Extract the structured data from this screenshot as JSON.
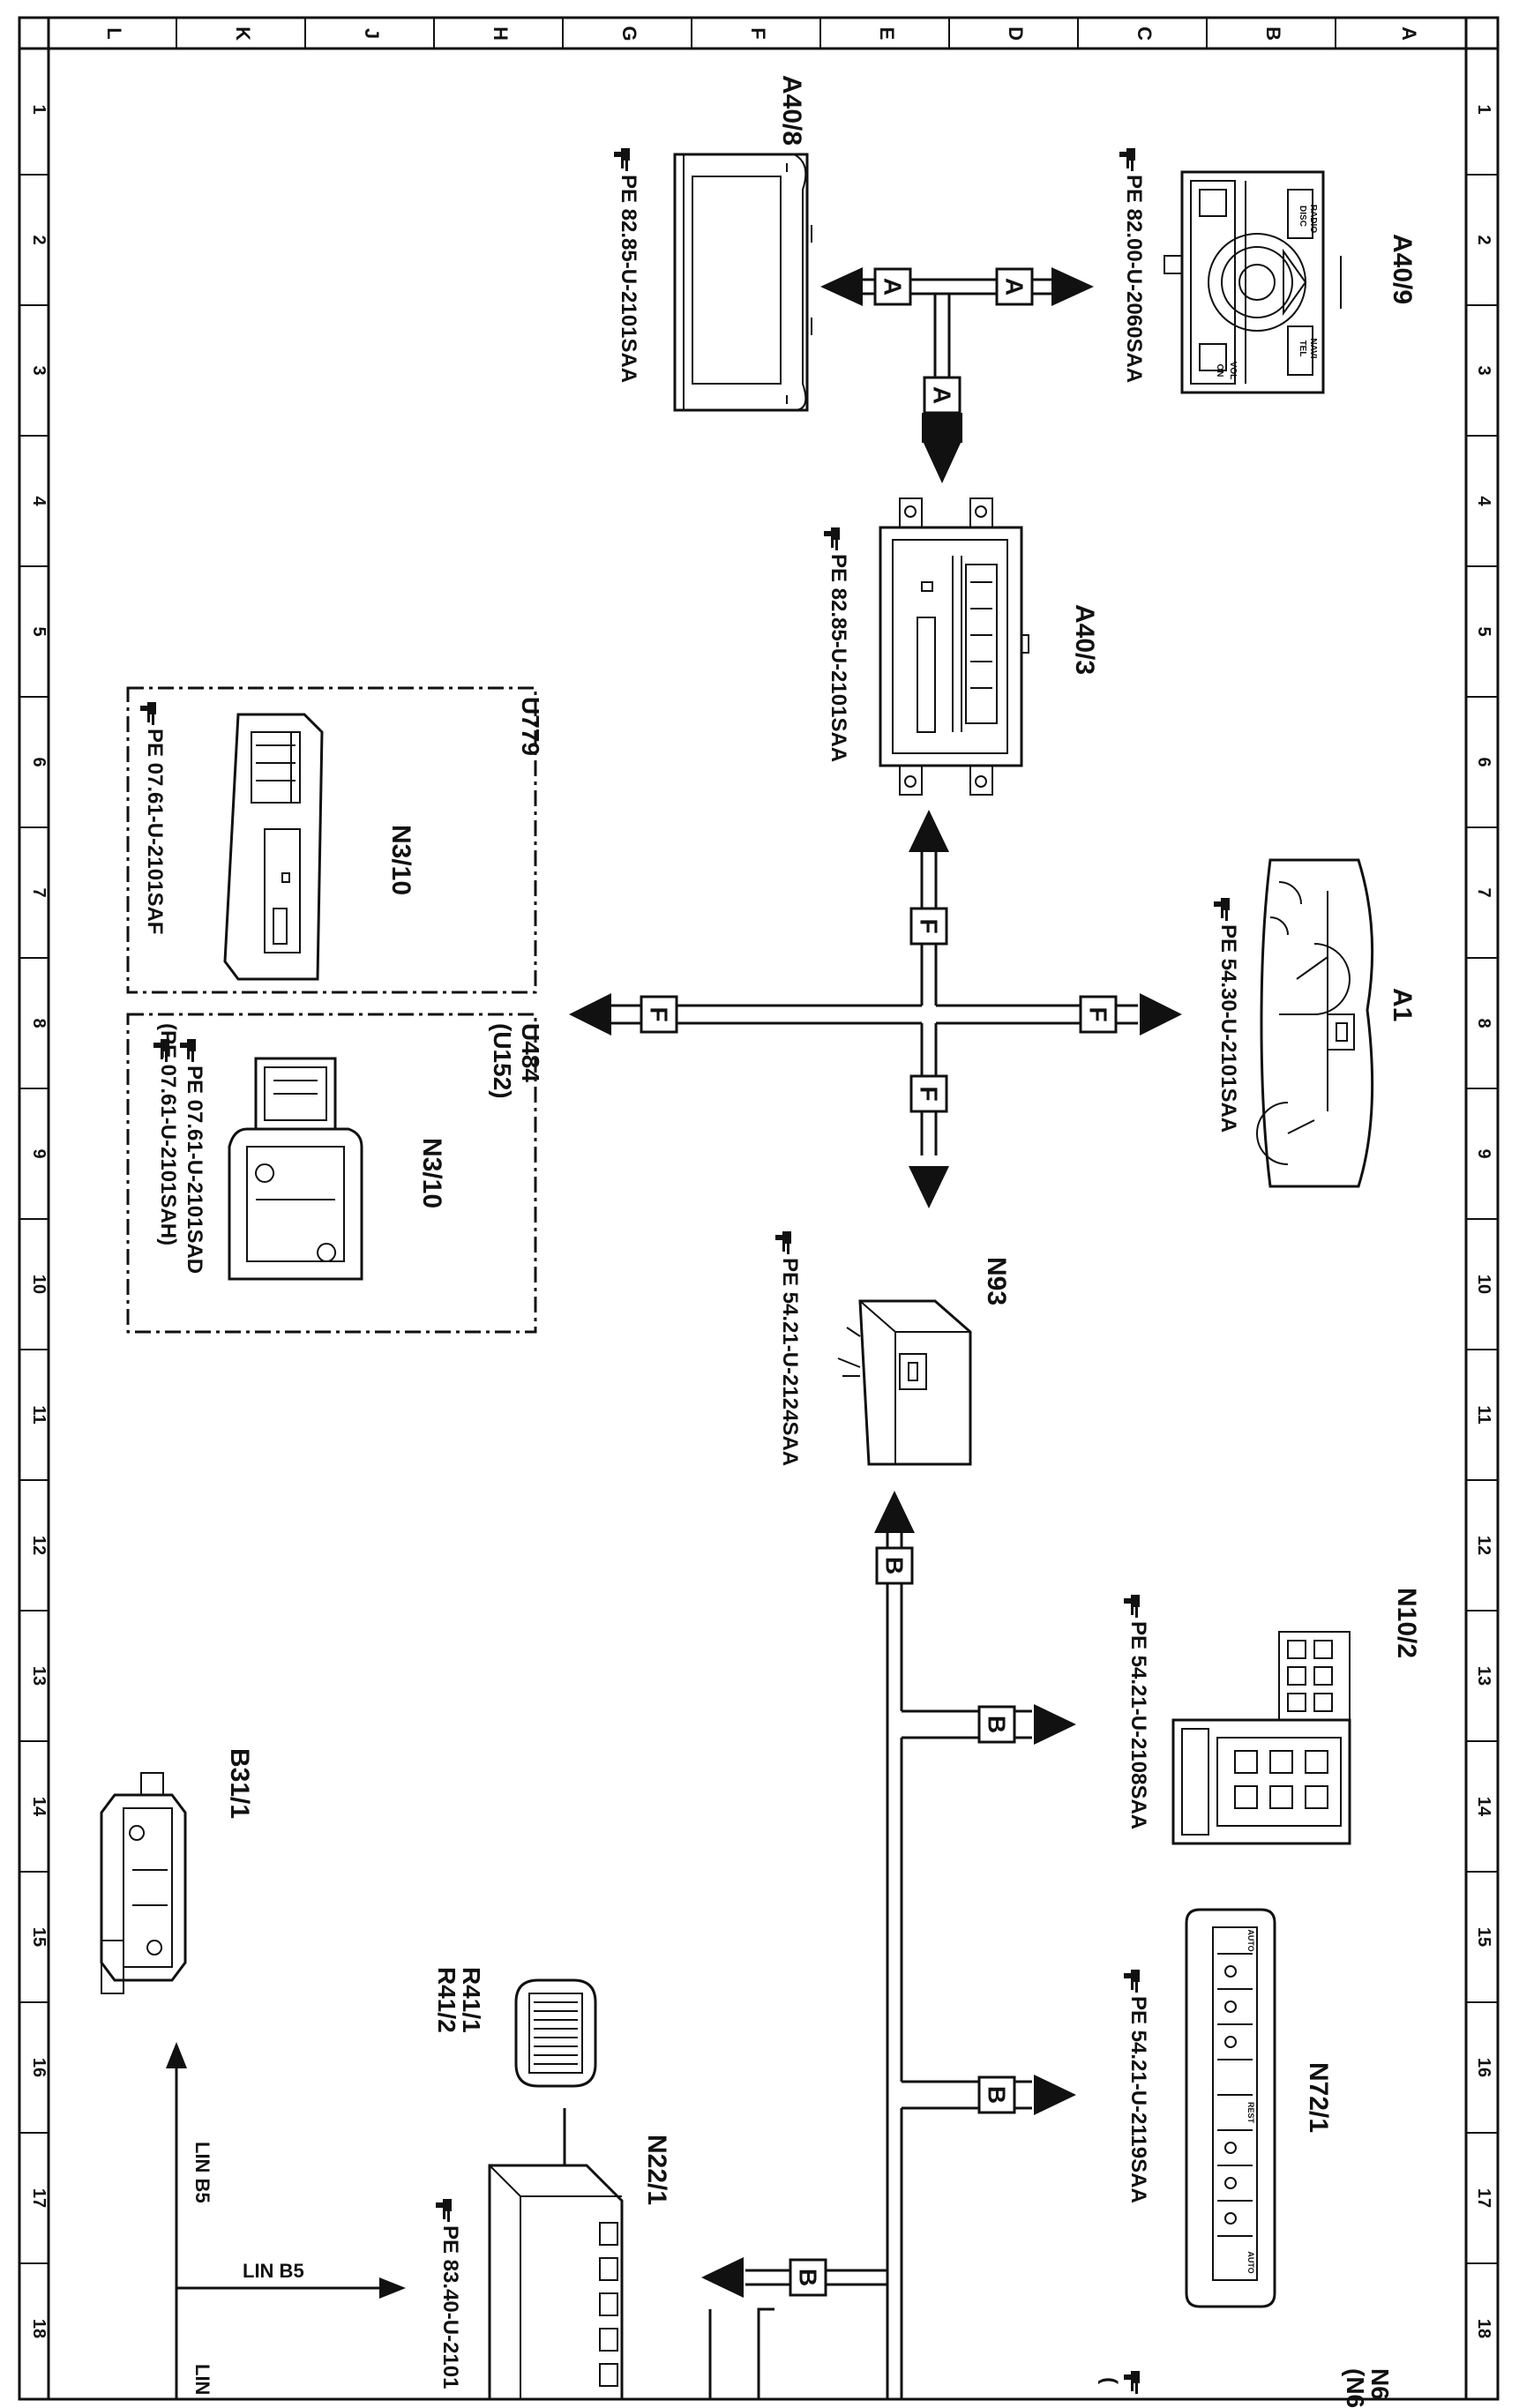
{
  "grid": {
    "columns": [
      "L",
      "K",
      "J",
      "H",
      "G",
      "F",
      "E",
      "D",
      "C",
      "B",
      "A"
    ],
    "rows": [
      "1",
      "2",
      "3",
      "4",
      "5",
      "6",
      "7",
      "8",
      "9",
      "10",
      "11",
      "12",
      "13",
      "14",
      "15",
      "16",
      "17",
      "18"
    ]
  },
  "components": {
    "a40_9": {
      "label": "A40/9",
      "ref": "PE 82.00-U-2060SAA",
      "buttons": [
        "DISC",
        "RADIO",
        "TEL",
        "NAVI",
        "ON",
        "VOL"
      ]
    },
    "a40_8": {
      "label": "A40/8",
      "ref": "PE 82.85-U-2101SAA"
    },
    "a40_3": {
      "label": "A40/3",
      "ref": "PE 82.85-U-2101SAA"
    },
    "a1": {
      "label": "A1",
      "ref": "PE 54.30-U-2101SAA"
    },
    "u779": {
      "code": "U779",
      "label": "N3/10",
      "ref": "PE 07.61-U-2101SAF"
    },
    "u484": {
      "code": "U484",
      "code2": "(U152)",
      "label": "N3/10",
      "ref1": "PE 07.61-U-2101SAD",
      "ref2": "(PE 07.61-U-2101SAH)"
    },
    "n93": {
      "label": "N93",
      "ref": "PE 54.21-U-2124SAA"
    },
    "n10_2": {
      "label": "N10/2",
      "ref": "PE 54.21-U-2108SAA"
    },
    "n72_1": {
      "label": "N72/1",
      "ref": "PE 54.21-U-2119SAA",
      "buttons": [
        "AUTO",
        "REST",
        "AUTO"
      ]
    },
    "b31_1": {
      "label": "B31/1"
    },
    "r41": {
      "label1": "R41/1",
      "label2": "R41/2"
    },
    "n22_1": {
      "label": "N22/1",
      "ref": "PE 83.40-U-2101"
    },
    "cut": {
      "label": "N6",
      "code": "(N6",
      "ref": "("
    }
  },
  "buses": {
    "a": "A",
    "f": "F",
    "b": "B",
    "lin_vertical": "LIN B5",
    "lin_horizontal": "LIN B5",
    "lin_cut": "LIN"
  },
  "icons": [
    "pointing-hand-icon",
    "arrowhead-icon"
  ]
}
